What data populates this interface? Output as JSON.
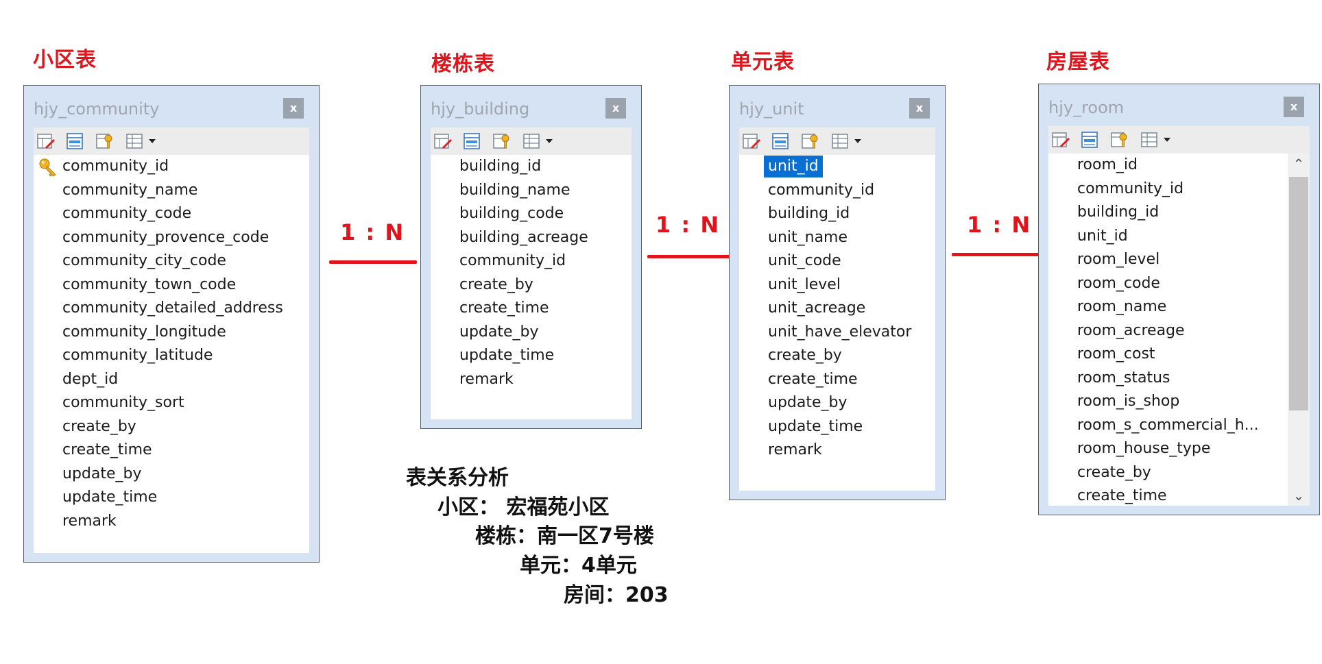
{
  "titles": {
    "community": "小区表",
    "building": "楼栋表",
    "unit": "单元表",
    "room": "房屋表"
  },
  "relations": [
    "1 : N",
    "1 : N",
    "1 : N"
  ],
  "tables": {
    "community": {
      "name": "hjy_community",
      "close": "x",
      "fields": [
        "community_id",
        "community_name",
        "community_code",
        "community_provence_code",
        "community_city_code",
        "community_town_code",
        "community_detailed_address",
        "community_longitude",
        "community_latitude",
        "dept_id",
        "community_sort",
        "create_by",
        "create_time",
        "update_by",
        "update_time",
        "remark"
      ]
    },
    "building": {
      "name": "hjy_building",
      "close": "x",
      "fields": [
        "building_id",
        "building_name",
        "building_code",
        "building_acreage",
        "community_id",
        "create_by",
        "create_time",
        "update_by",
        "update_time",
        "remark"
      ]
    },
    "unit": {
      "name": "hjy_unit",
      "close": "x",
      "selected_field": "unit_id",
      "fields": [
        "unit_id",
        "community_id",
        "building_id",
        "unit_name",
        "unit_code",
        "unit_level",
        "unit_acreage",
        "unit_have_elevator",
        "create_by",
        "create_time",
        "update_by",
        "update_time",
        "remark"
      ]
    },
    "room": {
      "name": "hjy_room",
      "close": "x",
      "fields": [
        "room_id",
        "community_id",
        "building_id",
        "unit_id",
        "room_level",
        "room_code",
        "room_name",
        "room_acreage",
        "room_cost",
        "room_status",
        "room_is_shop",
        "room_s_commercial_h...",
        "room_house_type",
        "create_by",
        "create_time"
      ]
    }
  },
  "analysis": {
    "heading": "表关系分析",
    "community": "小区： 宏福苑小区",
    "building": "楼栋：南一区7号楼",
    "unit": "单元：4单元",
    "room": "房间：203"
  },
  "colors": {
    "accent_red": "#e2141b",
    "panel_bg": "#d6e3f4",
    "selection": "#0a6fd2"
  }
}
